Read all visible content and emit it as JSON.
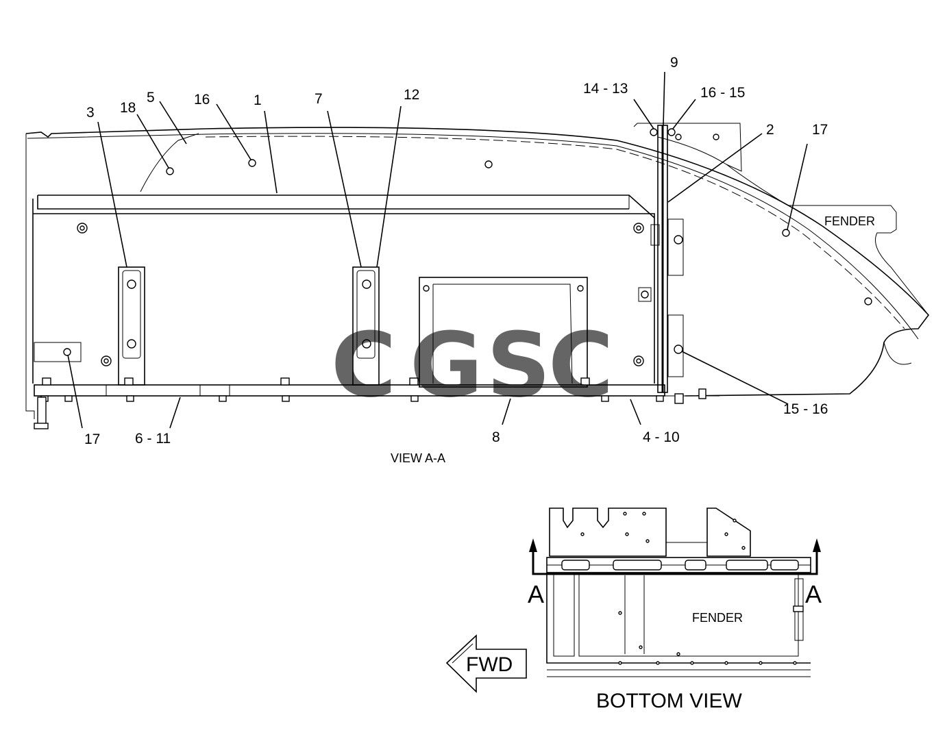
{
  "callouts": {
    "c9": "9",
    "c14_13": "14 - 13",
    "c16_15": "16 - 15",
    "c2": "2",
    "c17_right": "17",
    "c3": "3",
    "c18": "18",
    "c5": "5",
    "c16": "16",
    "c1": "1",
    "c7": "7",
    "c12": "12",
    "c17_left": "17",
    "c6_11": "6 - 11",
    "c8": "8",
    "c4_10": "4 - 10",
    "c15_16": "15 - 16"
  },
  "labels": {
    "fender_top": "FENDER",
    "view_aa": "VIEW A-A",
    "section_a_left": "A",
    "section_a_right": "A",
    "fender_bottom": "FENDER",
    "fwd": "FWD",
    "bottom_view": "BOTTOM VIEW"
  },
  "watermark": {
    "letters": [
      "C",
      "G",
      "S",
      "C"
    ],
    "colors": [
      "#4d8ef0",
      "#ef5a5a",
      "#f5c53a",
      "#3aa860"
    ]
  }
}
